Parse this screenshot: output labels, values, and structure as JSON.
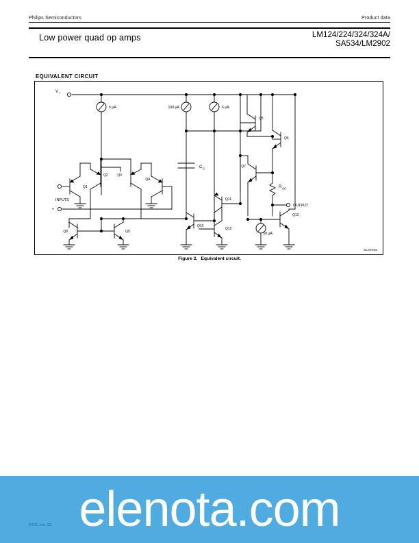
{
  "header": {
    "left": "Philips Semiconductors",
    "right": "Product data",
    "title": "Low power quad op amps",
    "part_numbers_line1": "LM124/224/324/324A/",
    "part_numbers_line2": "SA534/LM2902"
  },
  "section": {
    "heading": "EQUIVALENT CIRCUIT"
  },
  "figure": {
    "id": "SL00066",
    "caption_number": "Figure 2.",
    "caption_text": "Equivalent circuit.",
    "labels": {
      "vplus": "V",
      "vplus_sub": "+",
      "inputs": "INPUTS",
      "input_plus": "+",
      "input_minus": "−",
      "output": "OUTPUT",
      "cc": "C",
      "cc_sub": "C",
      "rsc": "R",
      "rsc_sub": "SC",
      "current_source_1": "6 µA",
      "current_source_2": "100 µA",
      "current_source_3": "6 µA",
      "current_source_4": "50 µA",
      "q1": "Q1",
      "q2": "Q2",
      "q3": "Q3",
      "q4": "Q4",
      "q5": "Q5",
      "q6": "Q6",
      "q7": "Q7",
      "q8": "Q8",
      "q9": "Q9",
      "q10": "Q10",
      "q11": "Q11",
      "q12": "Q12",
      "q13": "Q13"
    }
  },
  "banner": {
    "watermark": "elenota.com",
    "accent_color": "#4fabe0"
  },
  "footer": {
    "date": "2002 Jun 03"
  }
}
